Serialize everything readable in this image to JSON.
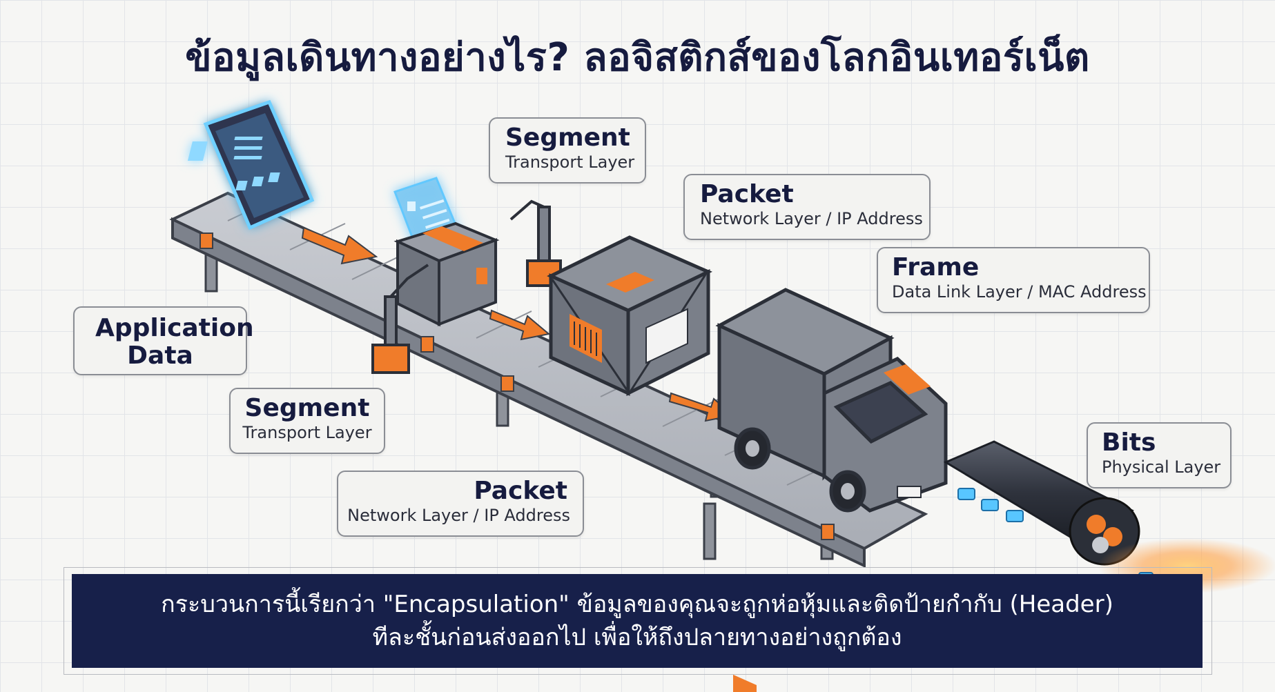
{
  "title": "ข้อมูลเดินทางอย่างไร? ลอจิสติกส์ของโลกอินเทอร์เน็ต",
  "callouts": {
    "application": {
      "heading": "Application Data"
    },
    "segment_top": {
      "heading": "Segment",
      "sub": "Transport Layer"
    },
    "segment_bottom": {
      "heading": "Segment",
      "sub": "Transport Layer"
    },
    "packet_top": {
      "heading": "Packet",
      "sub": "Network Layer / IP Address"
    },
    "packet_bottom": {
      "heading": "Packet",
      "sub": "Network Layer / IP Address"
    },
    "frame": {
      "heading": "Frame",
      "sub": "Data Link Layer / MAC Address"
    },
    "bits": {
      "heading": "Bits",
      "sub": "Physical Layer"
    }
  },
  "banner": {
    "line1": "กระบวนการนี้เรียกว่า \"Encapsulation\" ข้อมูลของคุณจะถูกห่อหุ้มและติดป้ายกำกับ (Header)",
    "line2": "ทีละชั้นก่อนส่งออกไป เพื่อให้ถึงปลายทางอย่างถูกต้อง"
  },
  "colors": {
    "accent": "#f07c2a",
    "navy": "#17204a",
    "glow": "#58c6ff",
    "metal": "#7d828c"
  },
  "icons": [
    "tablet-icon",
    "document-icon",
    "box-icon",
    "crate-icon",
    "truck-icon",
    "cable-icon",
    "robot-arm-icon",
    "arrow-icon"
  ]
}
